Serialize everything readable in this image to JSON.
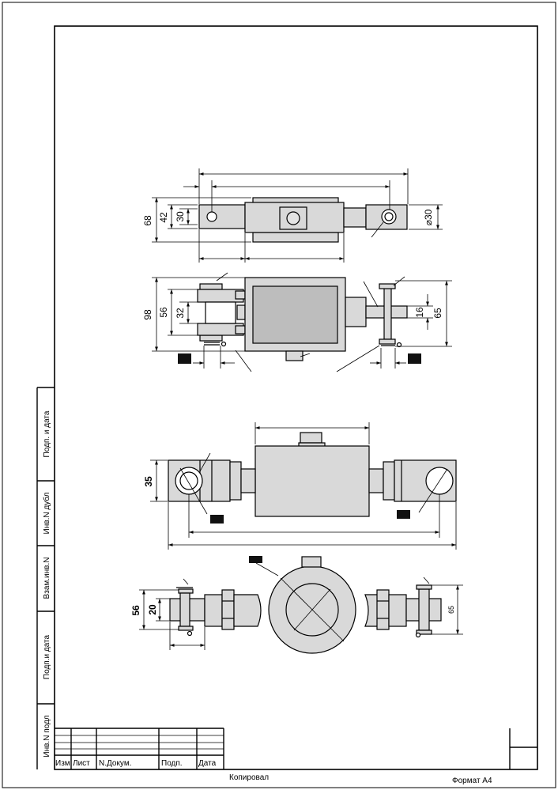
{
  "stamp": {
    "fields": [
      "Инв.N подл",
      "Подп.и дата",
      "Взам.инв.N",
      "Инв.N дубл",
      "Подп. и  дата"
    ],
    "cols": [
      "Изм",
      "Лист",
      "N.Докум.",
      "Подп.",
      "Дата"
    ]
  },
  "footer": {
    "copied": "Копировал",
    "format": "Формат А4"
  },
  "dims": {
    "d68": "68",
    "d42": "42",
    "d30": "30",
    "d30dia": "⌀30",
    "d98": "98",
    "d56": "56",
    "d32": "32",
    "d16": "16",
    "d65": "65",
    "d35": "35",
    "d56b": "56",
    "d20": "20",
    "d65b": "65"
  },
  "colors": {
    "stroke": "#000000",
    "body_fill": "#d9d9d9",
    "window_fill": "#bdbdbd",
    "redaction": "#111111"
  }
}
